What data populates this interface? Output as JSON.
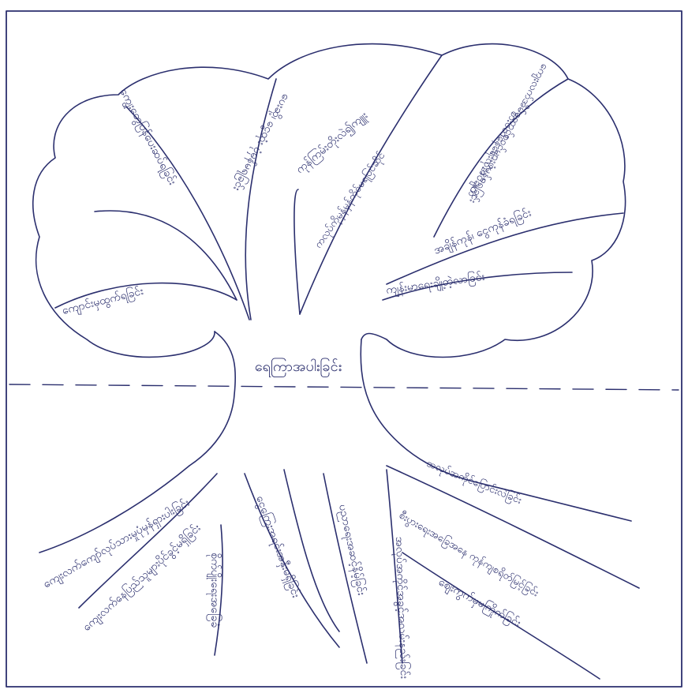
{
  "diagram": {
    "type": "problem-tree",
    "ink_color": "#2b2f6e",
    "paper_color": "#ffffff",
    "trunk_label": "ရေကြာအပါးခြင်း",
    "crown_labels": [
      "ကျွေးတွေပြန်ပေးဆပ်ရခြင်း",
      "ပေးဆို့၊ ငွေထုံး ပုံမှန်မရခြင်း",
      "ကုန်ကြမ်းတိုးလဲ၍ကျူး",
      "ကလုပ်ကိုမှန်မှန်ကိုင်မရပြင်ဆိုင်",
      "ကျေးလက်အိမ်ထောင်စုဝင်များပုံမှန်မရခြင်း",
      "စားဝတ်နေရေးလိုအပ်ချက်",
      "အချိန်ကုန်၊ ငွေကုန်ခံရခြင်း",
      "ကျန်းမာရေးချို့တဲ့လာခြင်း",
      "ကျောင်းမှထွက်ရခြင်း"
    ],
    "root_labels": [
      "ကျေးလက်ကျော်လုပ်သားမှုပုံမှန်ရှားပါးခြင်း",
      "ကျေးလက်နေပြည်သူများပိုင်ခွင့်မရှိခြင်း",
      "စိုက်ပျိုးရေးအခြေခံ",
      "ငွေကြေးအရင်းအနှီးမရှိခြင်း",
      "ပညာရေးအဆင့်နိမ့်ခြင်း",
      "အလုပ်အကိုင်အခွင့်အလမ်းနည်းခြင်း",
      "ဈေးကွက်မှမကြိုက်ခြင်း",
      "စီးပွားရေးအခြေအနေ ကုန်ကျစရိတ်မြင့်ခြင်း",
      "အလုပ်အကိုင်ပြောင်းလဲခြင်း"
    ]
  }
}
